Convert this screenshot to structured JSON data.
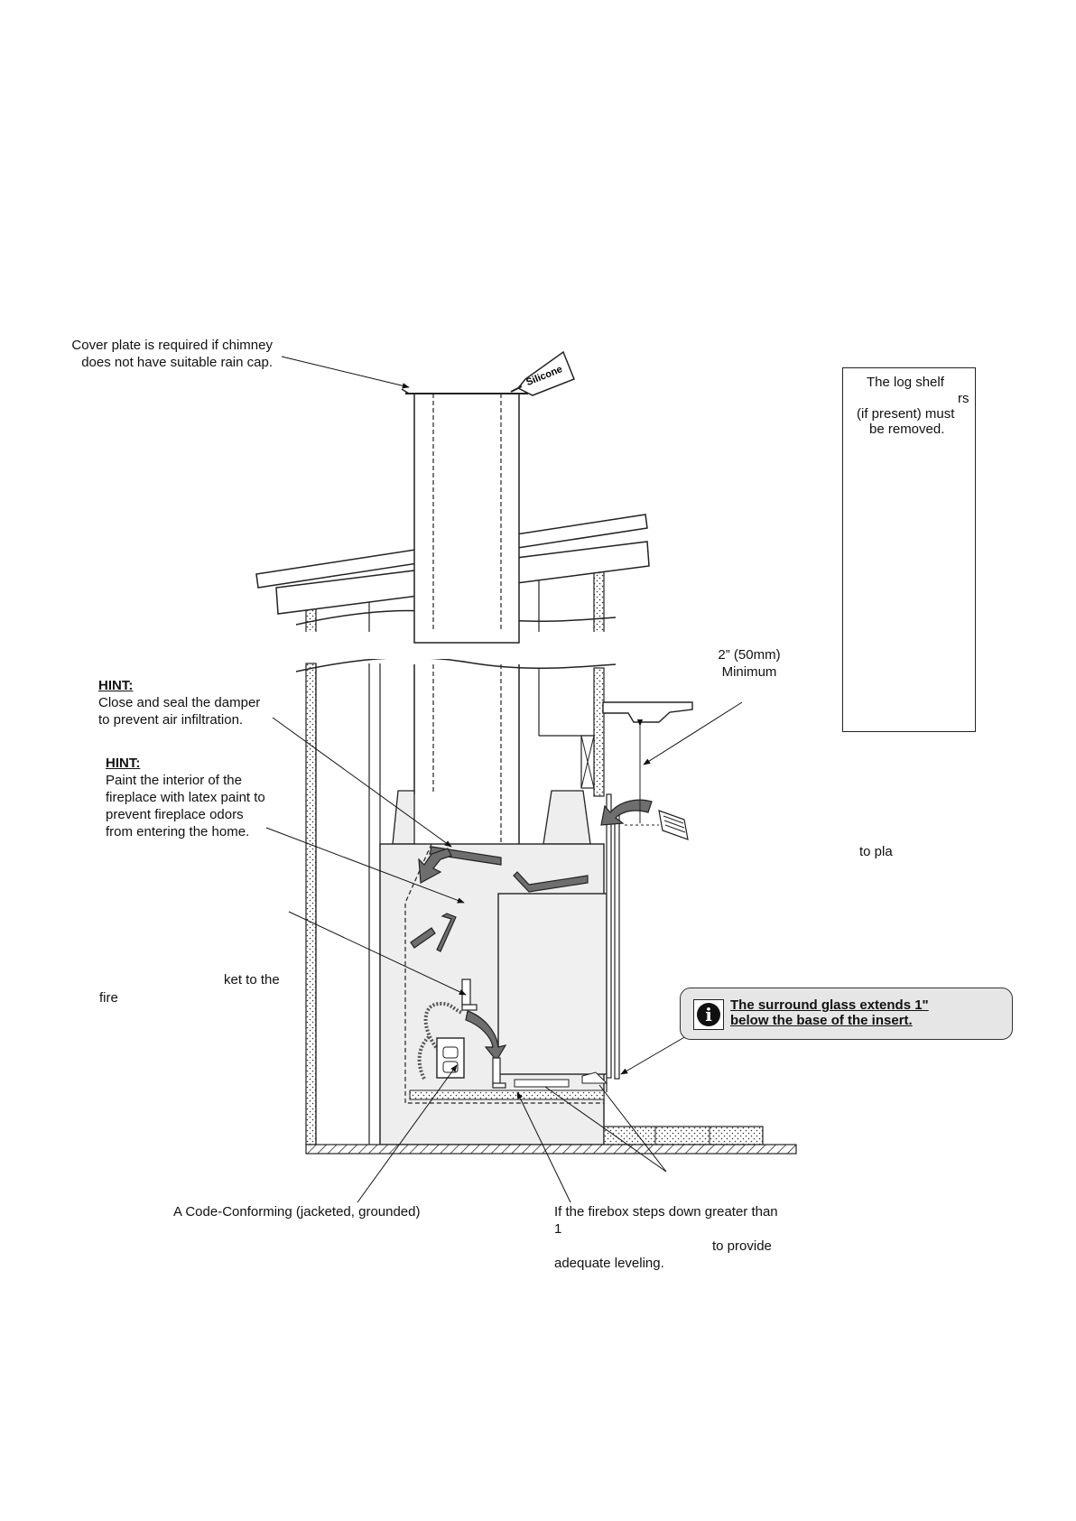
{
  "labels": {
    "cover_plate": [
      "Cover plate is required if chimney",
      "does not have suitable rain cap."
    ],
    "silicone": "Silicone",
    "hint1_title": "HINT:",
    "hint1_text": [
      "Close and seal the damper",
      "to prevent air infiltration."
    ],
    "hint2_title": "HINT:",
    "hint2_text": [
      "Paint the interior of the",
      "fireplace with latex paint to",
      "prevent fireplace odors",
      "from entering the home."
    ],
    "clearance": [
      "2” (50mm)",
      "Minimum"
    ],
    "to_pla": "to pla",
    "bracket_partial": "ket to the",
    "fire_partial": "fire",
    "outlet": "A Code-Conforming (jacketed, grounded)",
    "firebox": [
      "If the firebox steps down greater than",
      "1",
      "to provide",
      "adequate leveling."
    ]
  },
  "log_shelf_box": {
    "line1": "The log shelf",
    "line2": "rs",
    "line3": "(if present) must",
    "line4": "be removed."
  },
  "note": {
    "icon": "info-icon",
    "text": [
      "The surround glass extends 1\"",
      "below the base of the insert."
    ]
  },
  "colors": {
    "fill_light": "#eeeeee",
    "arrow_gray": "#6e6e6e",
    "note_bg": "#e6e6e6"
  }
}
